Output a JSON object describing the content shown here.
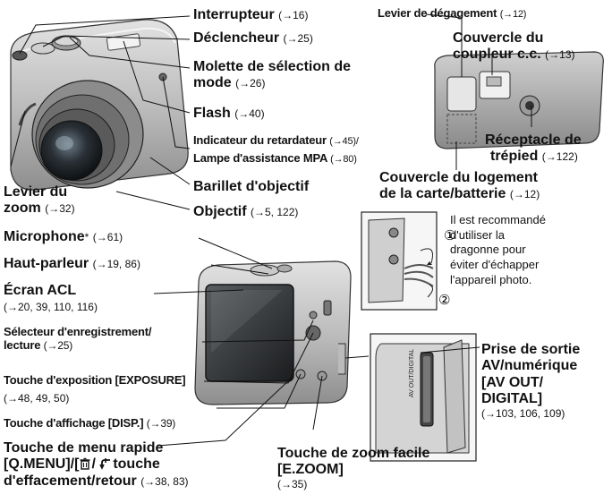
{
  "labels": {
    "interrupteur": {
      "text": "Interrupteur",
      "ref": "(→16)"
    },
    "declencheur": {
      "text": "Déclencheur",
      "ref": "(→25)"
    },
    "molette": {
      "line1": "Molette de sélection de",
      "line2": "mode",
      "ref": "(→26)"
    },
    "flash": {
      "text": "Flash",
      "ref": "(→40)"
    },
    "indicateur": {
      "text": "Indicateur du retardateur",
      "ref": "(→45)/"
    },
    "lampe": {
      "text": "Lampe d'assistance MPA",
      "ref": "(→80)"
    },
    "barillet": {
      "text": "Barillet d'objectif"
    },
    "objectif": {
      "text": "Objectif",
      "ref": "(→5, 122)"
    },
    "levier_zoom": {
      "line1": "Levier du",
      "line2": "zoom",
      "ref": "(→32)"
    },
    "levier_degagement": {
      "text": "Levier de dégagement",
      "ref": "(→12)"
    },
    "couvercle_coupleur": {
      "line1": "Couvercle du",
      "line2": "coupleur c.c.",
      "ref": "(→13)"
    },
    "receptacle": {
      "line1": "Réceptacle de",
      "line2": "trépied",
      "ref": "(→122)"
    },
    "couvercle_logement": {
      "line1": "Couvercle du logement",
      "line2": "de la carte/batterie",
      "ref": "(→12)"
    },
    "microphone": {
      "text": "Microphone",
      "star": "*",
      "ref": "(→61)"
    },
    "haut_parleur": {
      "text": "Haut-parleur",
      "ref": "(→19, 86)"
    },
    "ecran": {
      "text": "Écran ACL",
      "ref": "(→20, 39, 110, 116)"
    },
    "selecteur": {
      "line1": "Sélecteur d'enregistrement/",
      "line2": "lecture",
      "ref": "(→25)"
    },
    "exposition": {
      "text": "Touche d'exposition [EXPOSURE]",
      "ref": "(→48, 49, 50)"
    },
    "affichage": {
      "text": "Touche d'affichage [DISP.]",
      "ref": "(→39)"
    },
    "menu_rapide": {
      "line1": "Touche de menu rapide",
      "line2a": "[Q.MENU]/[",
      "line2b": "/ ",
      "line2c": "touche",
      "line3": "d'effacement/retour",
      "ref": "(→38, 83)"
    },
    "zoom_facile": {
      "line1": "Touche de zoom facile",
      "line2": "[E.ZOOM]",
      "ref": "(→35)"
    },
    "prise_sortie": {
      "line1": "Prise de sortie",
      "line2": "AV/numérique",
      "line3": "[AV OUT/",
      "line4": "DIGITAL]",
      "ref": "(→103, 106, 109)"
    },
    "dragonne_note": {
      "line1": "Il est recommandé",
      "line2": "d'utiliser la",
      "line3": "dragonne pour",
      "line4": "éviter d'échapper",
      "line5": "l'appareil photo."
    },
    "port_label": "AV OUT/DIGITAL",
    "step1": "①",
    "step2": "②"
  }
}
